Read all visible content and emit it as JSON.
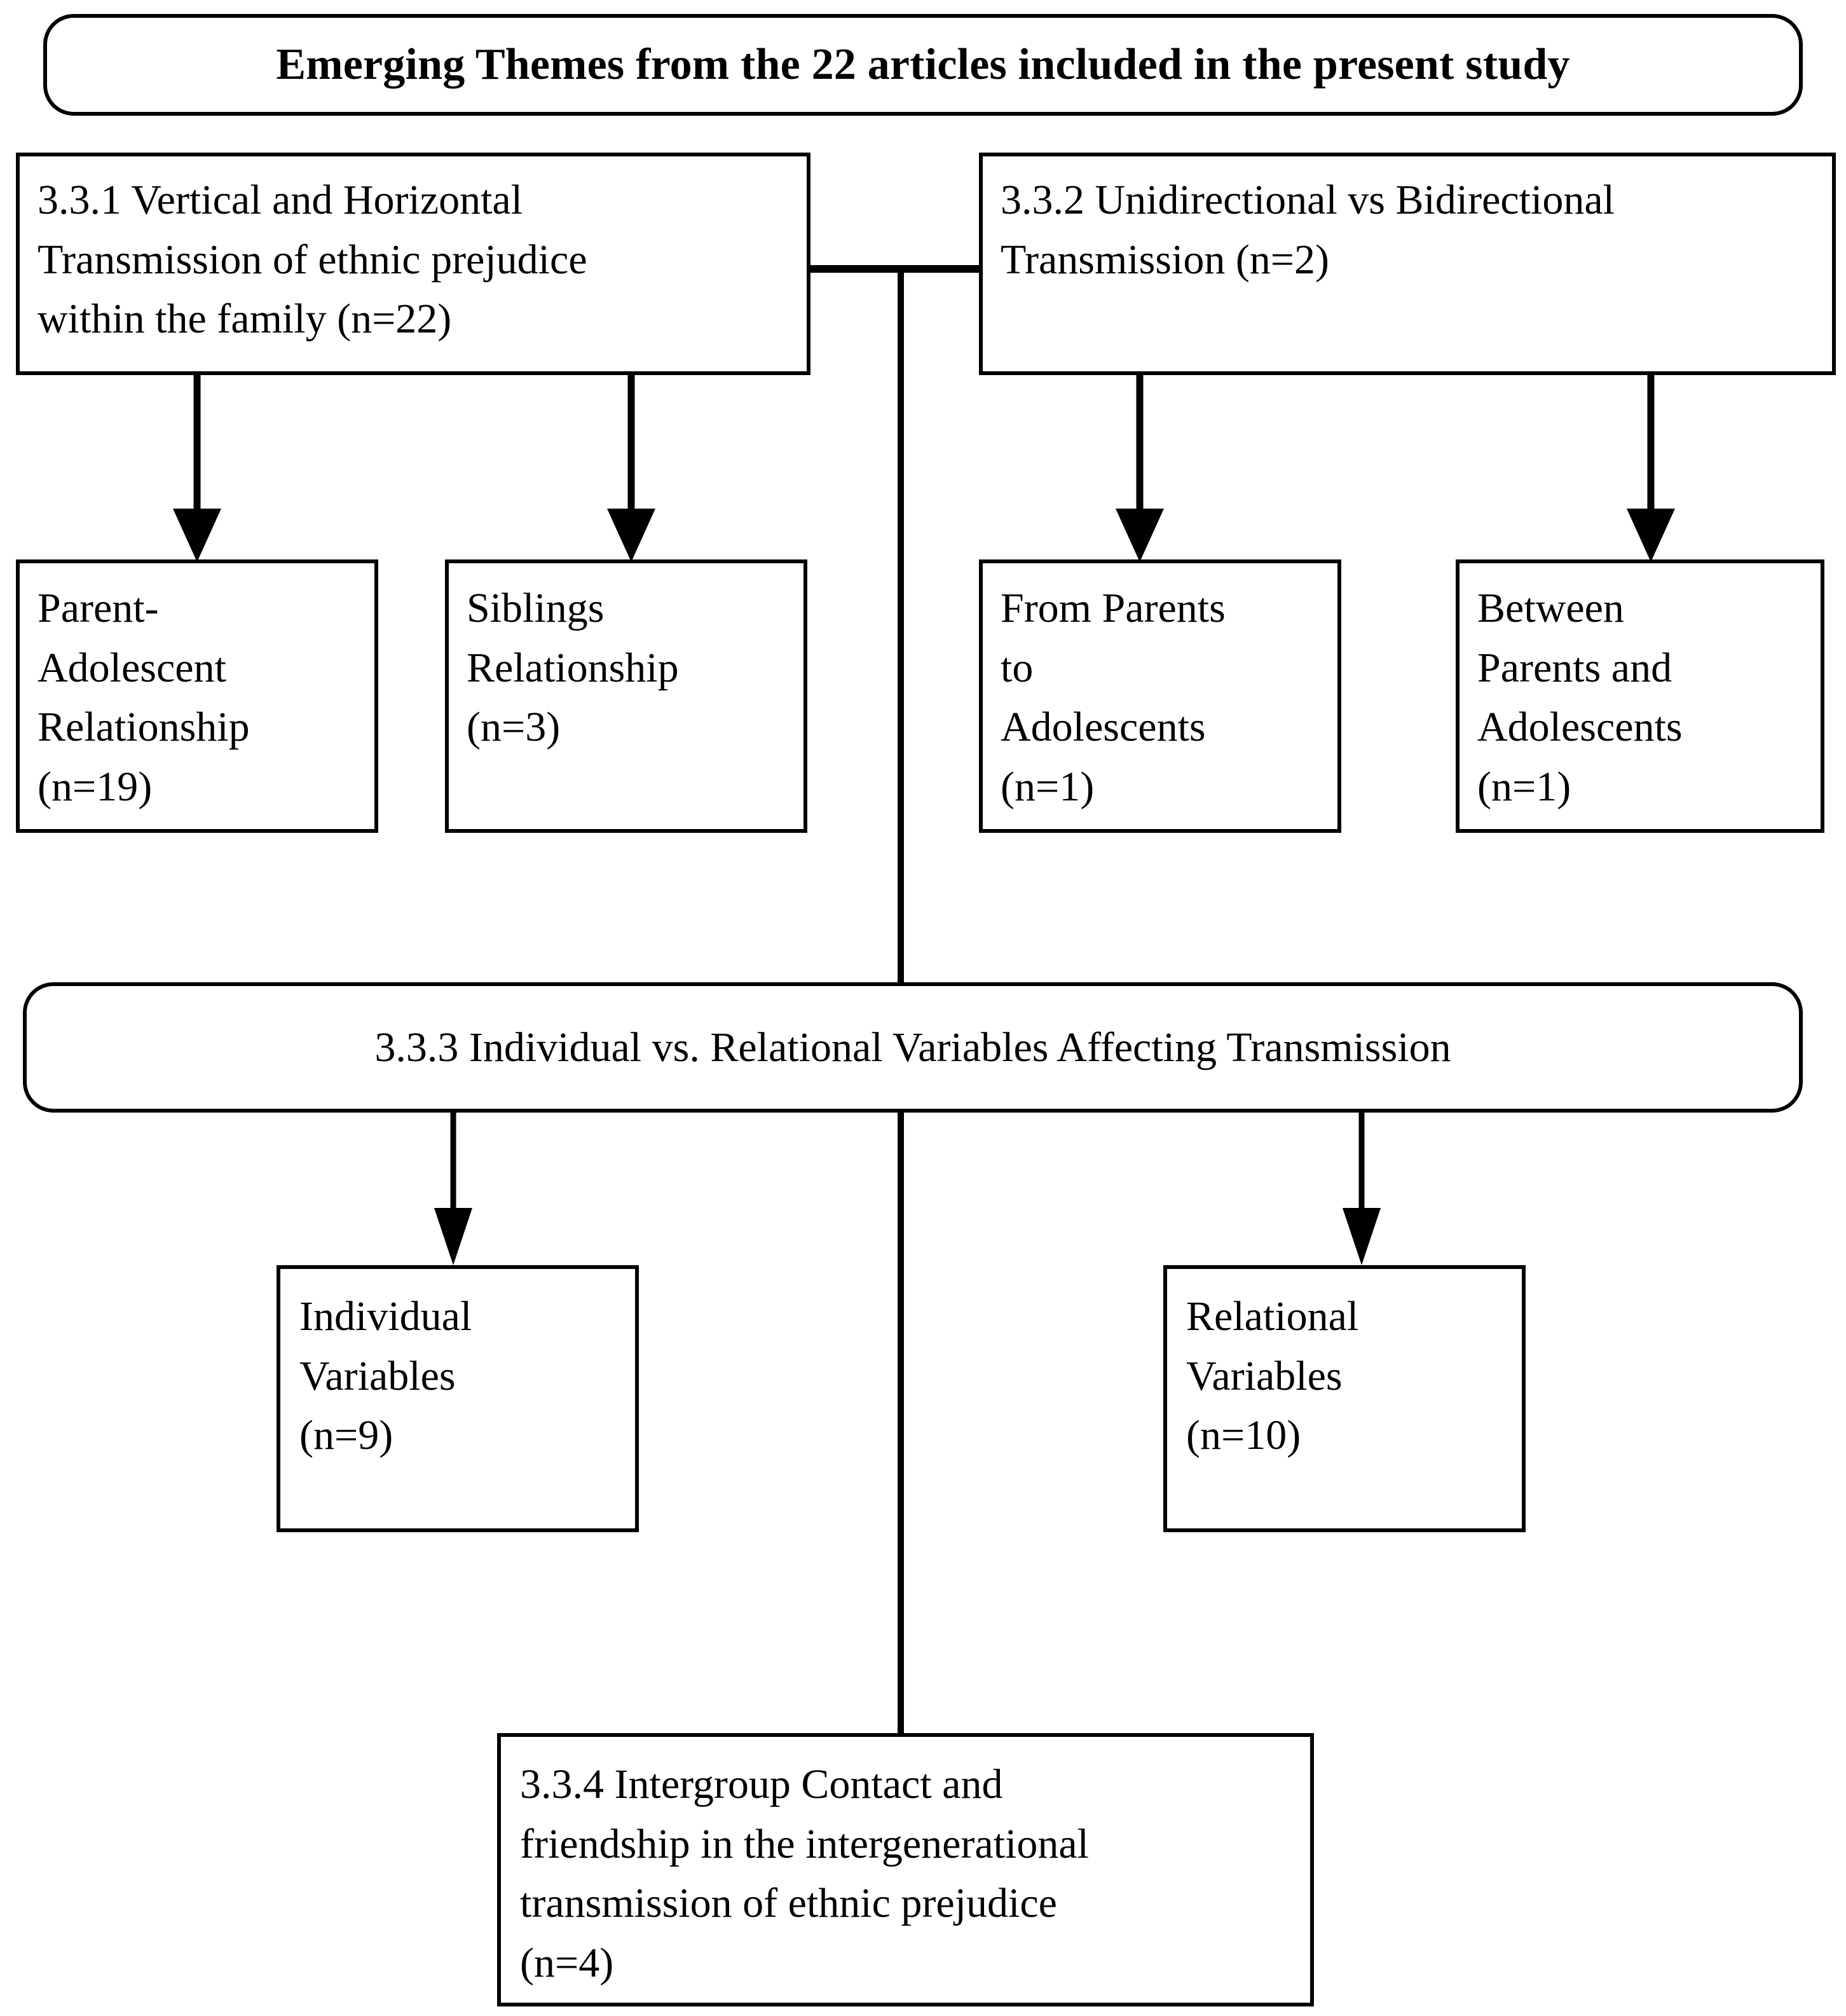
{
  "figure": {
    "title": "Emerging Themes from the 22 articles included in the present study",
    "type": "flowchart",
    "stroke_color": "#000000",
    "background_color": "#ffffff"
  },
  "nodes": {
    "header": {
      "id": "header",
      "shape": "rounded-rectangle",
      "text": "Emerging Themes from the 22 articles included in the present study"
    },
    "theme_331": {
      "id": "3.3.1",
      "shape": "rectangle",
      "text": "3.3.1 Vertical and Horizontal\nTransmission of ethnic prejudice\nwithin the family (n=22)",
      "count": 22
    },
    "theme_332": {
      "id": "3.3.2",
      "shape": "rectangle",
      "text": "3.3.2 Unidirectional vs Bidirectional\nTransmission (n=2)",
      "count": 2
    },
    "parent_adolescent": {
      "id": "parent-adolescent-relationship",
      "shape": "rectangle",
      "text": "Parent-\nAdolescent\nRelationship\n(n=19)",
      "count": 19
    },
    "siblings": {
      "id": "siblings-relationship",
      "shape": "rectangle",
      "text": "Siblings\nRelationship\n(n=3)",
      "count": 3
    },
    "from_parents": {
      "id": "from-parents-to-adolescents",
      "shape": "rectangle",
      "text": "From Parents\nto\nAdolescents\n(n=1)",
      "count": 1
    },
    "between_parents": {
      "id": "between-parents-and-adolescents",
      "shape": "rectangle",
      "text": "Between\nParents and\nAdolescents\n(n=1)",
      "count": 1
    },
    "theme_333": {
      "id": "3.3.3",
      "shape": "rounded-rectangle",
      "text": "3.3.3 Individual vs. Relational Variables Affecting Transmission"
    },
    "individual_variables": {
      "id": "individual-variables",
      "shape": "rectangle",
      "text": "Individual\nVariables\n(n=9)",
      "count": 9
    },
    "relational_variables": {
      "id": "relational-variables",
      "shape": "rectangle",
      "text": "Relational\nVariables\n(n=10)",
      "count": 10
    },
    "theme_334": {
      "id": "3.3.4",
      "shape": "rectangle",
      "text": "3.3.4 Intergroup Contact and\nfriendship in the intergenerational\ntransmission of ethnic prejudice\n(n=4)",
      "count": 4
    }
  },
  "edges": [
    {
      "from": "theme_331",
      "to": "parent_adolescent",
      "style": "arrow-down"
    },
    {
      "from": "theme_331",
      "to": "siblings",
      "style": "arrow-down"
    },
    {
      "from": "theme_332",
      "to": "from_parents",
      "style": "arrow-down"
    },
    {
      "from": "theme_332",
      "to": "between_parents",
      "style": "arrow-down"
    },
    {
      "from": "theme_331",
      "to": "theme_332",
      "style": "horizontal-connector"
    },
    {
      "from": "theme_331",
      "to": "theme_333",
      "style": "vertical-trunk"
    },
    {
      "from": "theme_333",
      "to": "individual_variables",
      "style": "arrow-down"
    },
    {
      "from": "theme_333",
      "to": "relational_variables",
      "style": "arrow-down"
    },
    {
      "from": "theme_333",
      "to": "theme_334",
      "style": "vertical-trunk"
    }
  ]
}
